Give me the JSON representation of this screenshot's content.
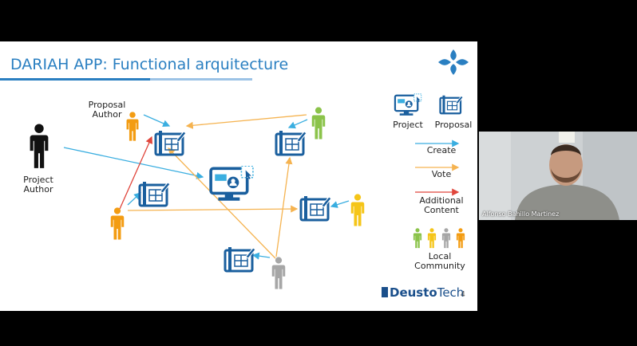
{
  "slide": {
    "title": "DARIAH APP: Functional arquitecture",
    "page_number": "4",
    "brand": {
      "name_bold": "Deusto",
      "name_light": "Tech"
    },
    "labels": {
      "proposal_author_1": "Proposal",
      "proposal_author_2": "Author",
      "project_author_1": "Project",
      "project_author_2": "Author"
    },
    "legend": {
      "project": "Project",
      "proposal": "Proposal",
      "create": "Create",
      "vote": "Vote",
      "additional_1": "Additional",
      "additional_2": "Content",
      "community_1": "Local",
      "community_2": "Community"
    },
    "colors": {
      "accent": "#2a7fc1",
      "create": "#3aaee0",
      "vote": "#f5b350",
      "additional": "#e0463c",
      "person_orange": "#f39c12",
      "person_yellow": "#f5c518",
      "person_green": "#8bc34a",
      "person_grey": "#a6a6a6",
      "icon_blue": "#1a5f9e"
    }
  },
  "webcam": {
    "participant_name": "Alfonso Bahillo Martinez"
  }
}
